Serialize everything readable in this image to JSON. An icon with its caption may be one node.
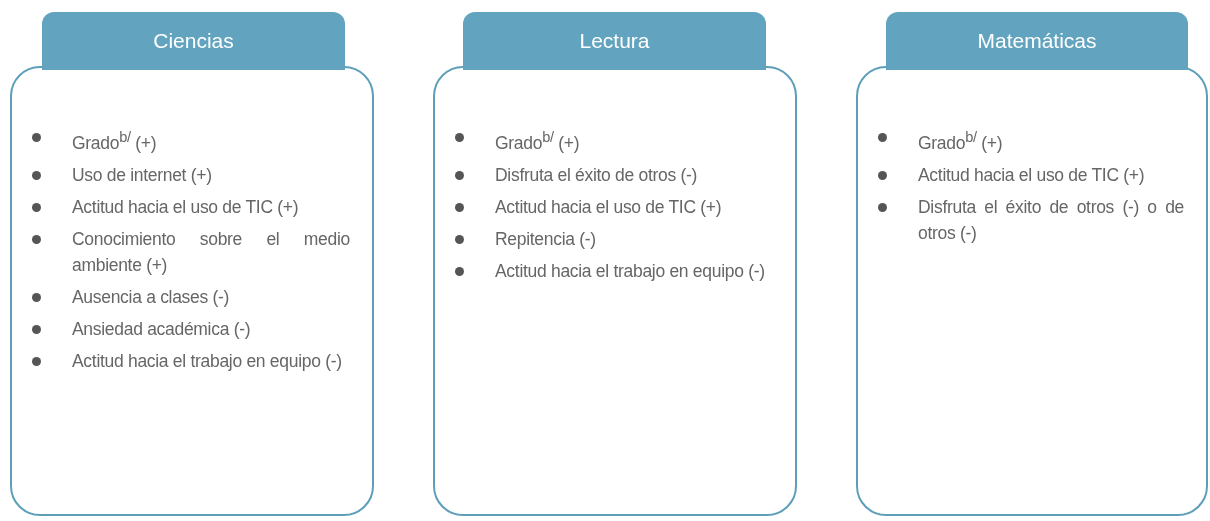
{
  "diagram": {
    "nodes": [
      {
        "text": [
          "Ciencias",
          "Grado$^{b/}$ (+)",
          "Uso de internet (+)",
          "Actitud hacia el uso de TIC (+)",
          "Conocimiento sobre el medio ambiente (+)",
          "Ausencia a clases (-)",
          "Ansiedad académica (-)",
          "Actitud hacia el trabajo en equipo (-)"
        ]
      },
      {
        "text": [
          "Lectura",
          "Grado$^{b/}$ (+)",
          "Disfruta el éxito de otros (-)",
          "Actitud hacia el uso de TIC (+)",
          "Repitencia (-)",
          "Actitud hacia el trabajo en equipo (-)"
        ]
      },
      {
        "text": [
          "Matemáticas",
          "Grado$^{b/}$ (+)",
          "Actitud hacia el uso de TIC (+)",
          "Disfruta el éxito de otros (-) o de otros (-)"
        ]
      }
    ]
  }
}
